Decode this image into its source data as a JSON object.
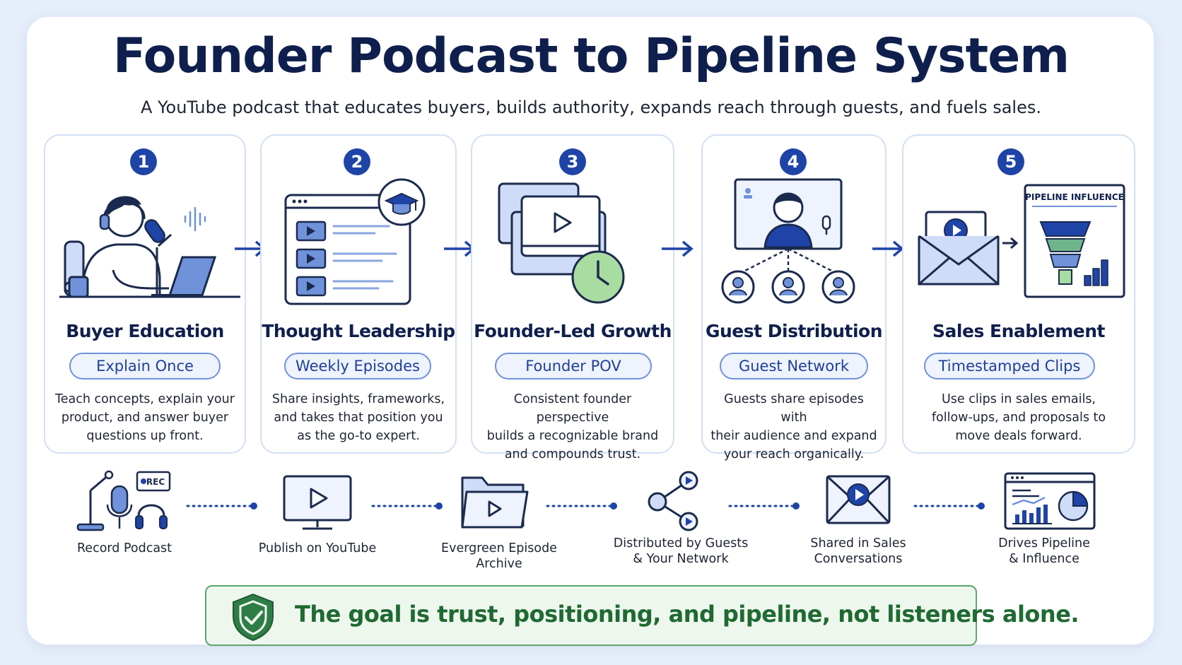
{
  "title": "Founder Podcast to Pipeline System",
  "subtitle": "A YouTube podcast that educates buyers, builds authority, expands reach through guests, and fuels sales.",
  "steps": [
    {
      "number": "1",
      "title": "Buyer Education",
      "tag": "Explain Once",
      "lines": [
        "Teach concepts, explain your",
        "product, and answer buyer",
        "questions up front."
      ],
      "icon": "podcaster-illustration"
    },
    {
      "number": "2",
      "title": "Thought Leadership",
      "tag": "Weekly Episodes",
      "lines": [
        "Share insights, frameworks,",
        "and takes that position you",
        "as the go-to expert."
      ],
      "icon": "video-list-graduation-cap"
    },
    {
      "number": "3",
      "title": "Founder-Led Growth",
      "tag": "Founder POV",
      "lines": [
        "Consistent founder perspective",
        "builds a recognizable brand",
        "and compounds trust."
      ],
      "icon": "stacked-videos-clock"
    },
    {
      "number": "4",
      "title": "Guest Distribution",
      "tag": "Guest Network",
      "lines": [
        "Guests share episodes with",
        "their audience and expand",
        "your reach organically."
      ],
      "icon": "guest-video-network"
    },
    {
      "number": "5",
      "title": "Sales Enablement",
      "tag": "Timestamped Clips",
      "lines": [
        "Use clips in sales emails,",
        "follow-ups, and proposals to",
        "move deals forward."
      ],
      "icon": "email-to-pipeline-funnel"
    }
  ],
  "funnel_label": "PIPELINE INFLUENCE",
  "rec_label": "REC",
  "flow": [
    {
      "lines": [
        "Record Podcast"
      ],
      "icon": "recording-setup-icon"
    },
    {
      "lines": [
        "Publish on YouTube"
      ],
      "icon": "monitor-play-icon"
    },
    {
      "lines": [
        "Evergreen Episode Archive"
      ],
      "icon": "folder-play-icon"
    },
    {
      "lines": [
        "Distributed by Guests",
        "& Your Network"
      ],
      "icon": "share-icon"
    },
    {
      "lines": [
        "Shared in Sales",
        "Conversations"
      ],
      "icon": "email-play-icon"
    },
    {
      "lines": [
        "Drives Pipeline",
        "& Influence"
      ],
      "icon": "dashboard-icon"
    }
  ],
  "goal": "The goal is trust, positioning, and pipeline, not listeners alone.",
  "colors": {
    "primary": "#1f44a8",
    "accent_light": "#cfdcf7",
    "navy": "#0f1f4d",
    "green": "#1f6a32",
    "green_light": "#a8dca0"
  }
}
